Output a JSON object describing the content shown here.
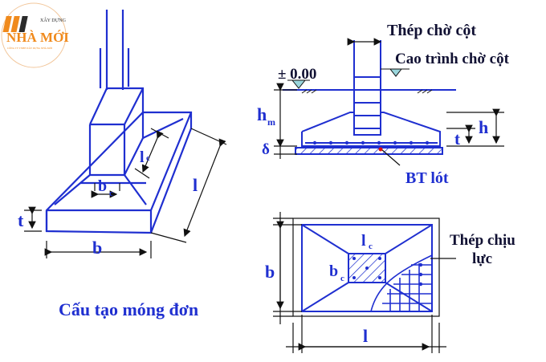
{
  "logo": {
    "top_text": "XÂY DỰNG",
    "brand": "NHÀ MỚI",
    "tagline": "CÔNG TY TNHH XÂY DỰNG NHÀ MỚI",
    "colors": {
      "orange": "#f08a1c",
      "dark": "#2b2b2b"
    }
  },
  "iso_view": {
    "caption": "Cấu tạo móng đơn",
    "labels": {
      "t": "t",
      "b": "b",
      "l": "l",
      "lc": "l",
      "lc_sub": "c",
      "bc": "b",
      "bc_sub": "c"
    }
  },
  "section_view": {
    "column_rebar_label": "Thép chờ cột",
    "elevation_label": "Cao trình chờ cột",
    "level_label": "± 0.00",
    "hm_label": "h",
    "hm_sub": "m",
    "delta_label": "δ",
    "h_label": "h",
    "t_label": "t",
    "lean_concrete_label": "BT lót"
  },
  "plan_view": {
    "main_rebar_label_line1": "Thép chịu",
    "main_rebar_label_line2": "lực",
    "b_label": "b",
    "l_label": "l",
    "lc_label": "l",
    "lc_sub": "c",
    "bc_label": "b",
    "bc_sub": "c"
  },
  "colors": {
    "line": "#1f2fd0",
    "dim": "#111111",
    "level": "#9ad6dc"
  }
}
